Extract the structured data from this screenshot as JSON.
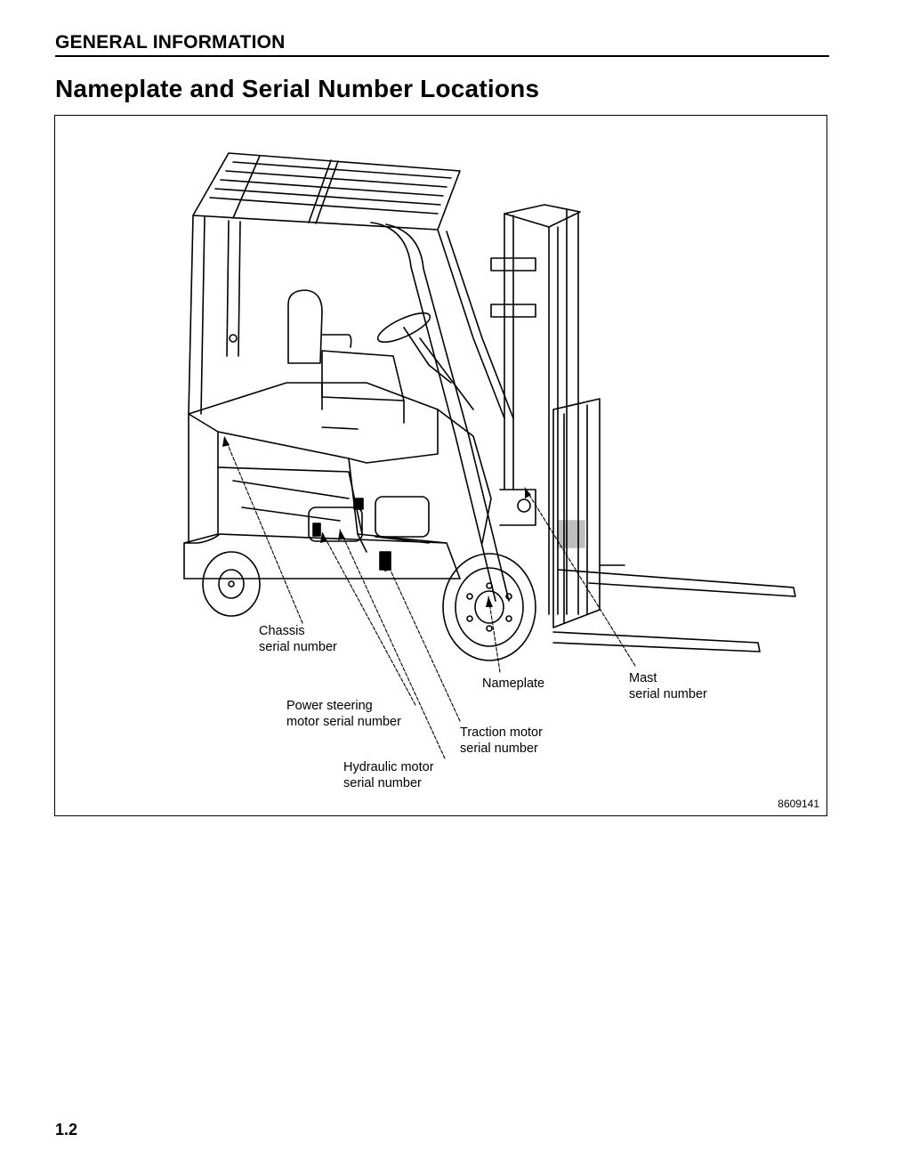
{
  "header": {
    "section": "GENERAL INFORMATION"
  },
  "title": "Nameplate and Serial Number Locations",
  "figure": {
    "callouts": {
      "chassis": "Chassis\nserial number",
      "power_steering": "Power steering\nmotor serial number",
      "hydraulic": "Hydraulic motor\nserial number",
      "nameplate": "Nameplate",
      "traction": "Traction motor\nserial number",
      "mast": "Mast\nserial number"
    },
    "figure_id": "8609141"
  },
  "footer": {
    "page_number": "1.2"
  }
}
